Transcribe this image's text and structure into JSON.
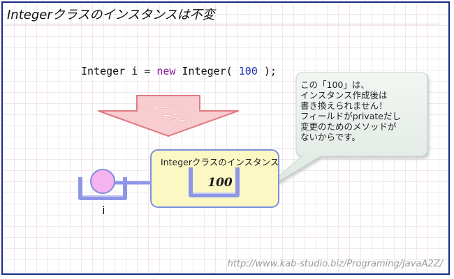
{
  "title": "Integerクラスのインスタンスは不変",
  "code": {
    "type1": "Integer",
    "var": "i",
    "eq": "=",
    "new_kw": "new",
    "type2": "Integer(",
    "value": "100",
    "close": ");"
  },
  "arrow": {
    "line1": "イメージ",
    "line2": "すると…"
  },
  "callout": {
    "lines": [
      "この「100」は、",
      "インスタンス作成後は",
      "書き換えられません！",
      "フィールドがprivateだし",
      "変更のためのメソッドが",
      "ないからです。"
    ]
  },
  "instance": {
    "label": "Integerクラスのインスタンス",
    "value": "100"
  },
  "variable": {
    "name": "i"
  },
  "footer_url": "http://www.kab-studio.biz/Programing/JavaA2Z/",
  "colors": {
    "frame": "#1b2a8a",
    "keyword": "#8a1fa0",
    "number": "#1a2fb0",
    "arrow_fill": "#f8cdd2",
    "arrow_stroke": "#e07a80",
    "instance_fill": "#fbf8c4",
    "instance_stroke": "#7f8fe0",
    "bucket": "#8e96e8",
    "ball": "#f6b3ef",
    "callout_fill": "#e6eee9"
  }
}
